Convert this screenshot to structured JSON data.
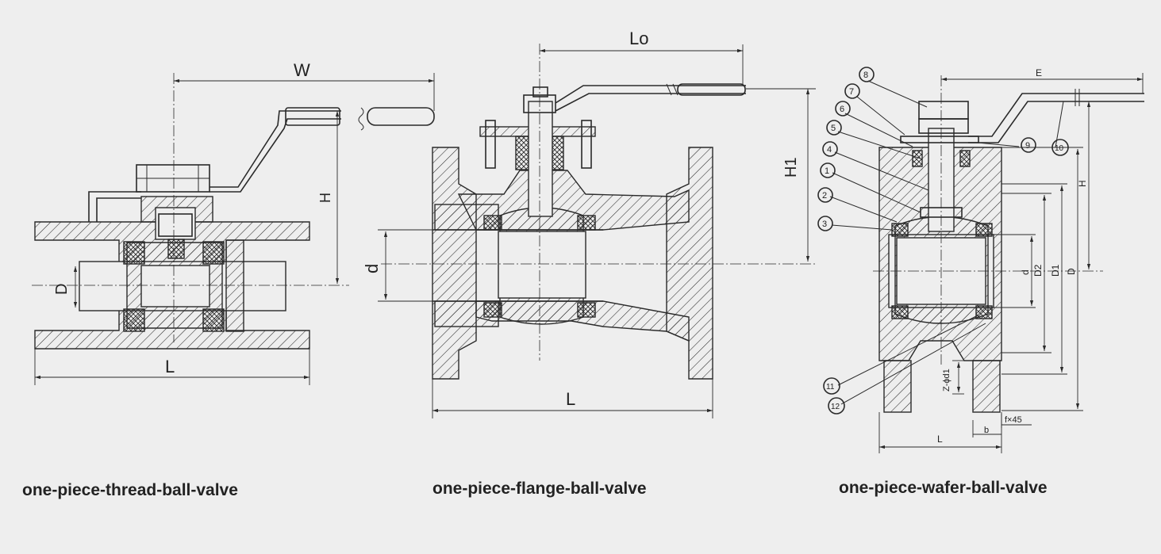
{
  "diagrams": [
    {
      "caption": "one-piece-thread-ball-valve",
      "labels": {
        "W": "W",
        "H": "H",
        "D": "D",
        "L": "L"
      }
    },
    {
      "caption": "one-piece-flange-ball-valve",
      "labels": {
        "Lo": "Lo",
        "H1": "H1",
        "d": "d",
        "L": "L"
      }
    },
    {
      "caption": "one-piece-wafer-ball-valve",
      "labels": {
        "E": "E",
        "H": "H",
        "d": "d",
        "D2": "D2",
        "D1": "D1",
        "D": "D",
        "Zd1": "Z-ϕd1",
        "fx45": "f×45",
        "b": "b",
        "L": "L"
      },
      "parts": [
        "1",
        "2",
        "3",
        "4",
        "5",
        "6",
        "7",
        "8",
        "9",
        "10",
        "11",
        "12"
      ]
    }
  ],
  "colors": {
    "background": "#eeeeee",
    "line": "#2a2a2a"
  }
}
